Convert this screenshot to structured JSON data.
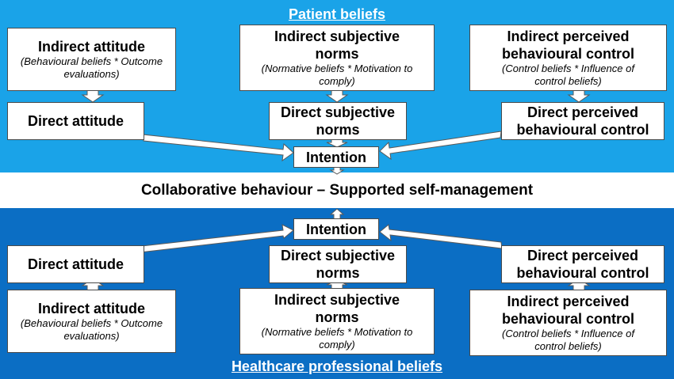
{
  "patient": {
    "title": "Patient beliefs",
    "indirect_attitude": {
      "title": "Indirect attitude",
      "sub": "(Behavioural beliefs * Outcome evaluations)"
    },
    "indirect_norms": {
      "title": "Indirect subjective norms",
      "sub": "(Normative beliefs * Motivation to comply)"
    },
    "indirect_control": {
      "title": "Indirect perceived behavioural control",
      "sub": "(Control beliefs * Influence of control beliefs)"
    },
    "direct_attitude": "Direct attitude",
    "direct_norms": "Direct subjective norms",
    "direct_control": "Direct perceived behavioural control",
    "intention": "Intention"
  },
  "middle": "Collaborative behaviour – Supported self-management",
  "professional": {
    "title": "Healthcare professional beliefs",
    "intention": "Intention",
    "direct_attitude": "Direct attitude",
    "direct_norms": "Direct subjective norms",
    "direct_control": "Direct perceived behavioural control",
    "indirect_attitude": {
      "title": "Indirect attitude",
      "sub": "(Behavioural beliefs * Outcome evaluations)"
    },
    "indirect_norms": {
      "title": "Indirect subjective norms",
      "sub": "(Normative beliefs * Motivation to comply)"
    },
    "indirect_control": {
      "title": "Indirect perceived behavioural control",
      "sub": "(Control beliefs * Influence of control beliefs)"
    }
  },
  "colors": {
    "top_panel": "#1aa3e8",
    "bottom_panel": "#0b6ec4",
    "box": "#ffffff"
  }
}
